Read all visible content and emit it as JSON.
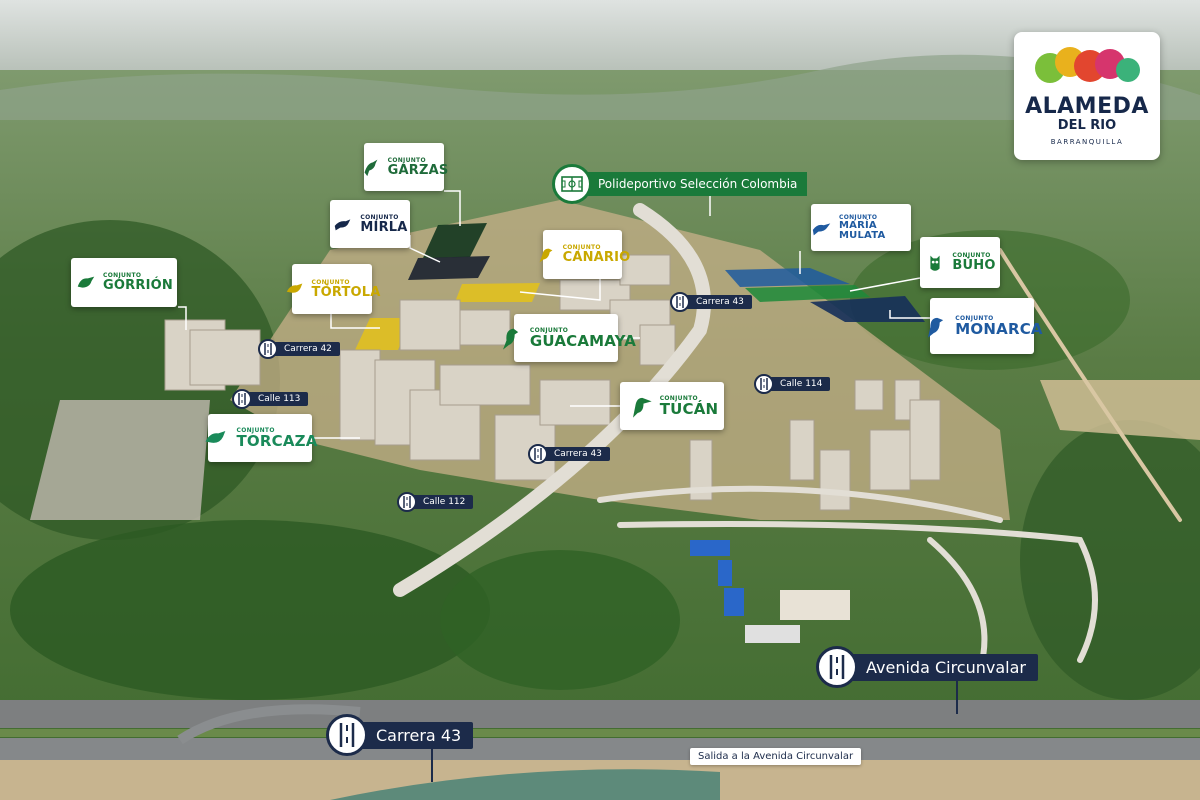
{
  "logo": {
    "name": "ALAMEDA",
    "subtitle": "DEL RIO",
    "city": "BARRANQUILLA"
  },
  "landmark": {
    "label": "Polideportivo Selección Colombia",
    "icon": "soccer-field-icon",
    "color": "#1a7a3a"
  },
  "conjuntos": [
    {
      "id": "garzas",
      "prefix": "CONJUNTO",
      "name": "GARZAS",
      "color": "#1f6b3a",
      "icon": "heron-icon"
    },
    {
      "id": "mirla",
      "prefix": "CONJUNTO",
      "name": "MIRLA",
      "color": "#16284a",
      "icon": "blackbird-icon"
    },
    {
      "id": "gorrion",
      "prefix": "CONJUNTO",
      "name": "GORRIÓN",
      "color": "#1a7a3a",
      "icon": "sparrow-icon"
    },
    {
      "id": "tortola",
      "prefix": "CONJUNTO",
      "name": "TÓRTOLA",
      "color": "#c9a800",
      "icon": "dove-icon"
    },
    {
      "id": "canario",
      "prefix": "CONJUNTO",
      "name": "CANARIO",
      "color": "#c9a800",
      "icon": "canary-icon"
    },
    {
      "id": "guacamaya",
      "prefix": "CONJUNTO",
      "name": "GUACAMAYA",
      "color": "#1a7a3a",
      "icon": "macaw-icon"
    },
    {
      "id": "tucan",
      "prefix": "CONJUNTO",
      "name": "TUCÁN",
      "color": "#1a7a3a",
      "icon": "toucan-icon"
    },
    {
      "id": "torcaza",
      "prefix": "CONJUNTO",
      "name": "TORCAZA",
      "color": "#1a8a5a",
      "icon": "pigeon-icon"
    },
    {
      "id": "maria-mulata",
      "prefix": "CONJUNTO",
      "name": "MARÍA MULATA",
      "color": "#1f5aa0",
      "icon": "grackle-icon"
    },
    {
      "id": "buho",
      "prefix": "CONJUNTO",
      "name": "BÚHO",
      "color": "#1a7a3a",
      "icon": "owl-icon"
    },
    {
      "id": "monarca",
      "prefix": "CONJUNTO",
      "name": "MONARCA",
      "color": "#1f5aa0",
      "icon": "monarch-bird-icon"
    }
  ],
  "streets": [
    {
      "id": "carrera-43-top",
      "label": "Carrera 43"
    },
    {
      "id": "carrera-42",
      "label": "Carrera 42"
    },
    {
      "id": "calle-113",
      "label": "Calle 113"
    },
    {
      "id": "calle-114",
      "label": "Calle 114"
    },
    {
      "id": "carrera-43-mid",
      "label": "Carrera 43"
    },
    {
      "id": "calle-112",
      "label": "Calle 112"
    },
    {
      "id": "avenida-circunvalar",
      "label": "Avenida Circunvalar"
    },
    {
      "id": "carrera-43-bottom",
      "label": "Carrera 43"
    }
  ],
  "exit_label": "Salida a la Avenida Circunvalar",
  "colors": {
    "navy": "#1c2b4a",
    "green": "#1a7a3a",
    "yellow": "#e4c21a",
    "blue": "#1f5aa0"
  }
}
